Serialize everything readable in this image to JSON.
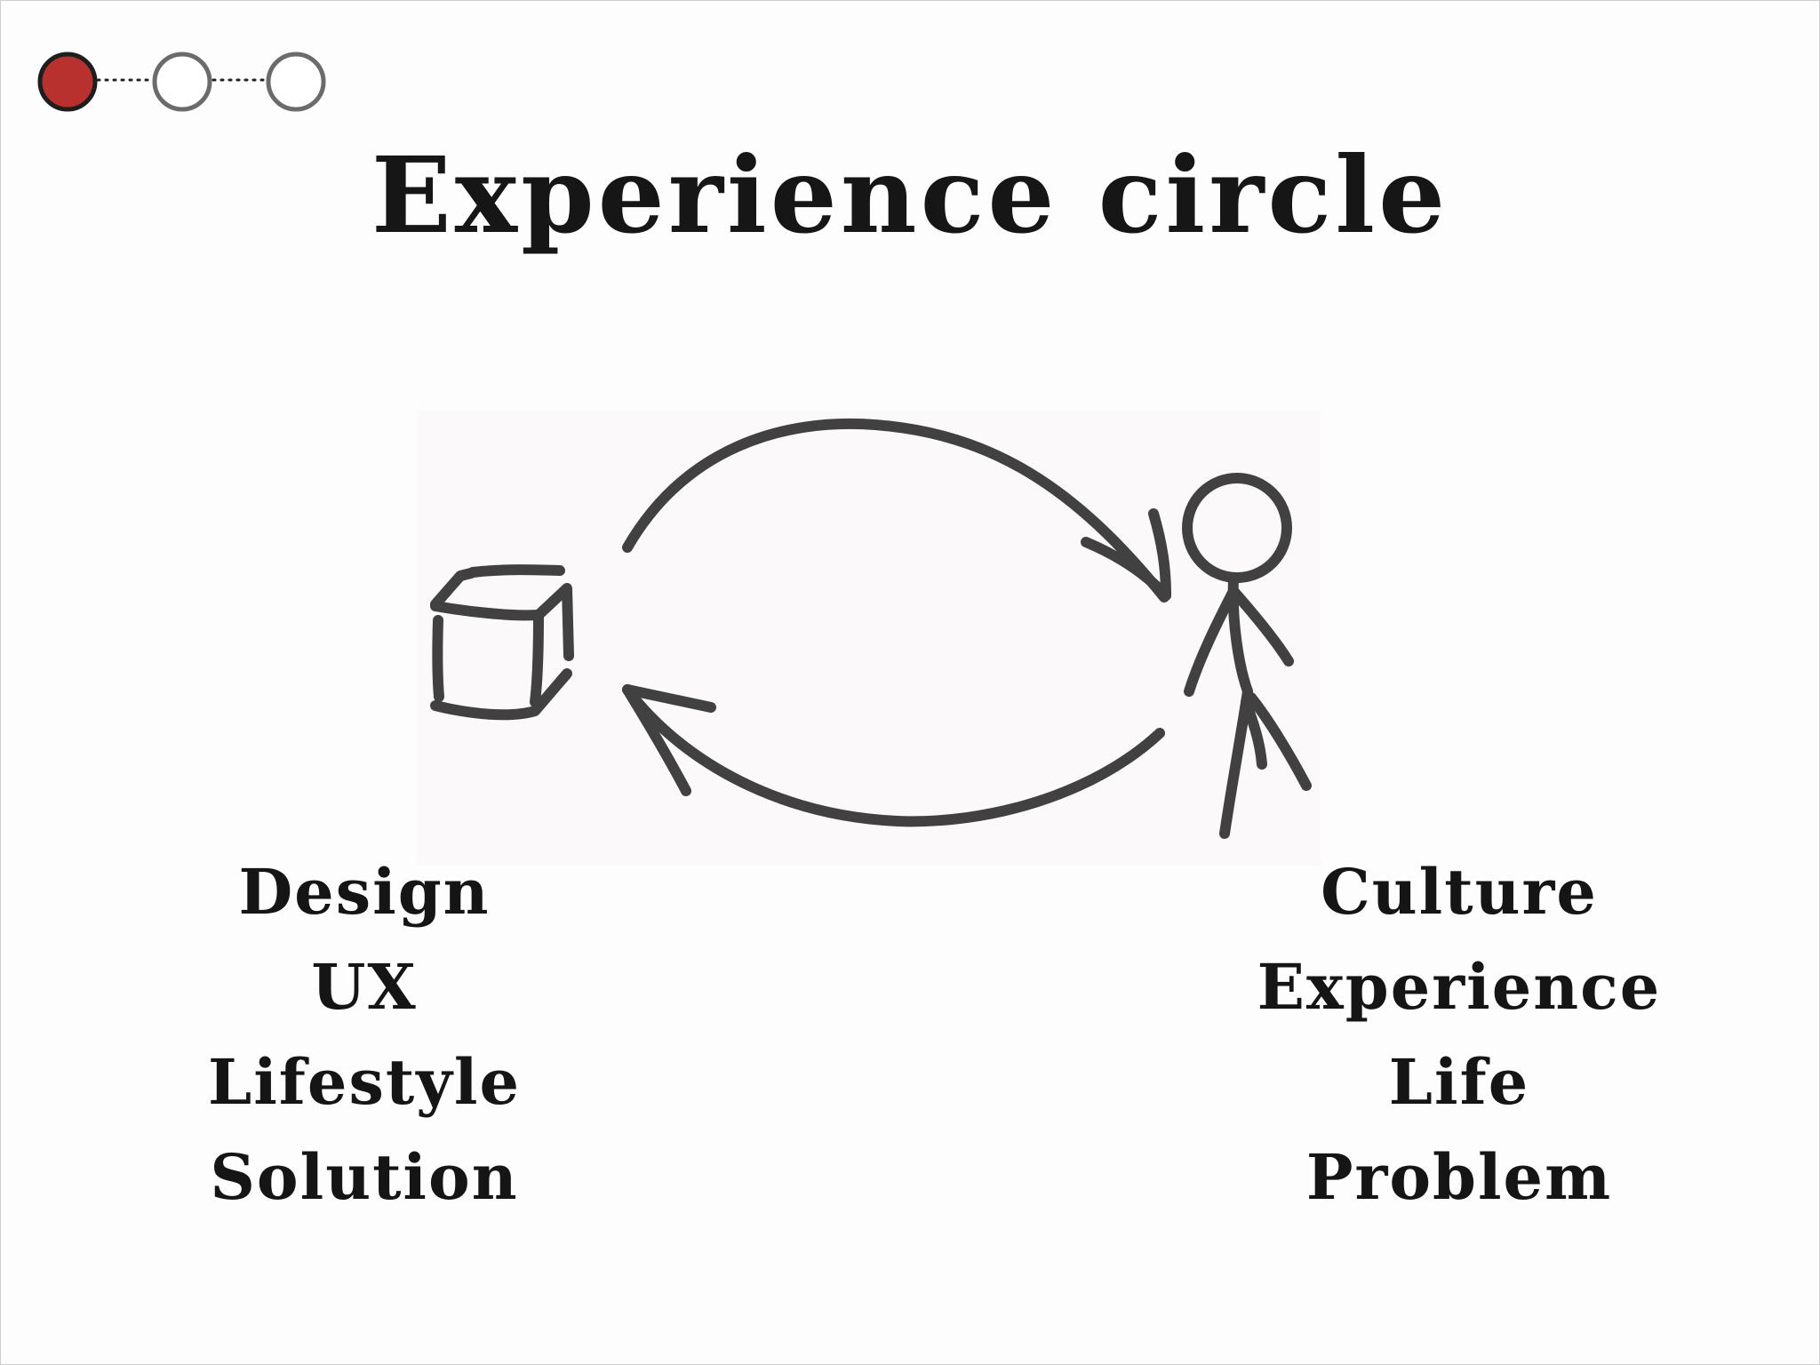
{
  "slide": {
    "title": "Experience circle"
  },
  "progress": {
    "total_steps": 3,
    "current_step": 1,
    "active_color": "#b8312f",
    "inactive_color": "#ffffff"
  },
  "diagram": {
    "left_icon": "box-icon",
    "right_icon": "stick-figure-icon",
    "top_arrow_icon": "arrow-curve-right-icon",
    "bottom_arrow_icon": "arrow-curve-left-icon",
    "stroke_color": "#414141"
  },
  "left_labels": [
    "Design",
    "UX",
    "Lifestyle",
    "Solution"
  ],
  "right_labels": [
    "Culture",
    "Experience",
    "Life",
    "Problem"
  ]
}
